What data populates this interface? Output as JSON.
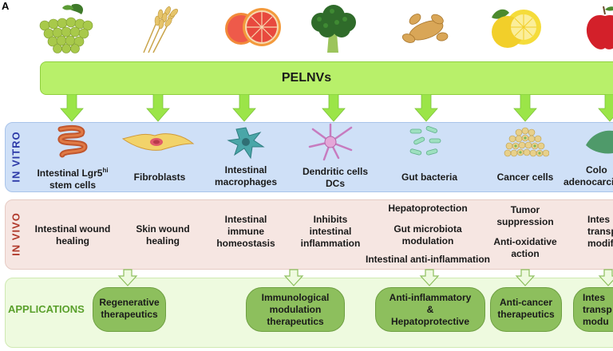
{
  "panel_letter": "A",
  "banner": {
    "label": "PELNVs"
  },
  "rows": {
    "in_vitro": "IN VITRO",
    "in_vivo": "IN VIVO",
    "applications": "APPLICATIONS"
  },
  "in_vitro": [
    {
      "line1": "Intestinal Lgr5",
      "sup": "hi",
      "line2": "stem cells"
    },
    {
      "line1": "Fibroblasts"
    },
    {
      "line1": "Intestinal",
      "line2": "macrophages"
    },
    {
      "line1": "Dendritic cells",
      "line2": "DCs"
    },
    {
      "line1": "Gut bacteria"
    },
    {
      "line1": "Cancer cells"
    },
    {
      "line1": "Colo",
      "line2": "adenocarci"
    }
  ],
  "in_vivo": [
    {
      "line1": "Intestinal wound",
      "line2": "healing"
    },
    {
      "line1": "Skin wound",
      "line2": "healing"
    },
    {
      "line1": "Intestinal",
      "line2": "immune",
      "line3": "homeostasis"
    },
    {
      "line1": "Inhibits",
      "line2": "intestinal",
      "line3": "inflammation"
    },
    {
      "a": "Hepatoprotection",
      "b1": "Gut microbiota",
      "b2": "modulation",
      "c": "Intestinal anti-inflammation"
    },
    {
      "line1": "Tumor",
      "line2": "suppression",
      "line3": "Anti-oxidative",
      "line4": "action"
    },
    {
      "line1": "Intes",
      "line2": "transp",
      "line3": "modifi"
    }
  ],
  "applications": [
    {
      "line1": "Regenerative",
      "line2": "therapeutics"
    },
    {
      "line1": "Immunological",
      "line2": "modulation",
      "line3": "therapeutics"
    },
    {
      "line1": "Anti-inflammatory",
      "line2": "&",
      "line3": "Hepatoprotective"
    },
    {
      "line1": "Anti-cancer",
      "line2": "therapeutics"
    },
    {
      "line1": "Intes",
      "line2": "transp",
      "line3": "modu"
    }
  ],
  "colors": {
    "banner": "#b8f06a",
    "arrow_green": "#9be548",
    "in_vitro_label": "#2d3aa8",
    "in_vivo_label": "#b0392b",
    "applications_label": "#5aa02c",
    "pill": "#8dbf5d"
  }
}
